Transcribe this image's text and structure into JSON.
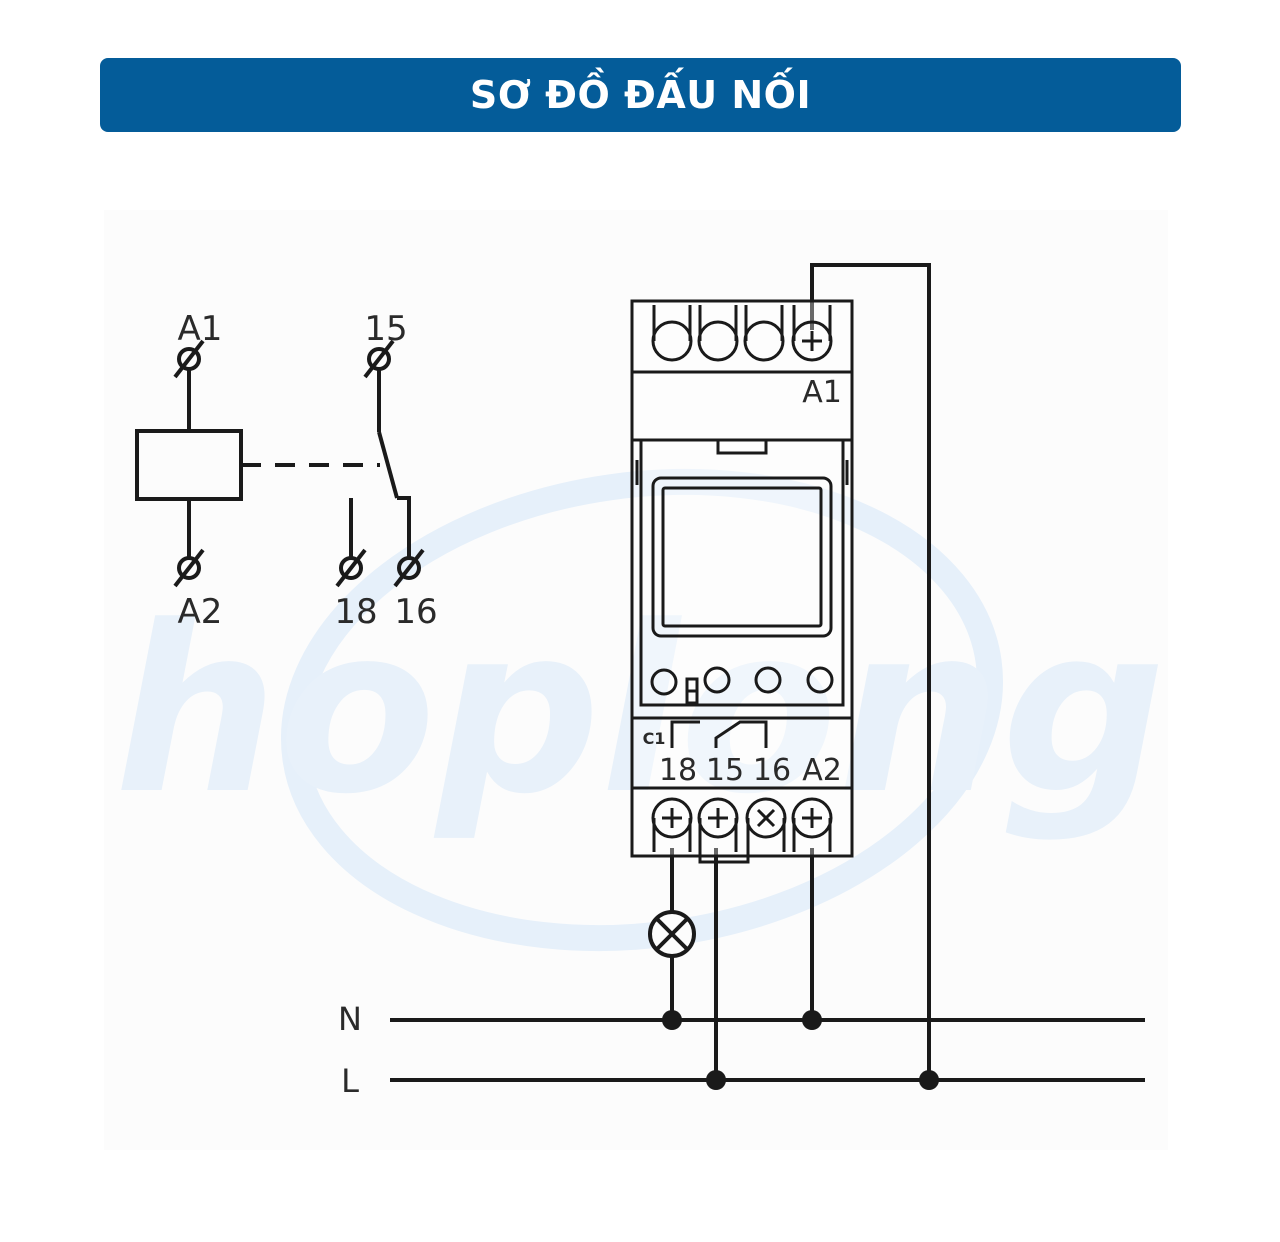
{
  "header": {
    "title": "SƠ ĐỒ ĐẤU NỐI"
  },
  "watermark": {
    "text": "hoplong"
  },
  "colors": {
    "banner": "#045c99",
    "line": "#1a1a1a",
    "watermark": "#e8f1fa"
  },
  "schematic": {
    "coil_top": "A1",
    "coil_bottom": "A2",
    "contact_common": "15",
    "contact_nc": "18",
    "contact_no": "16"
  },
  "device": {
    "top_terminal_label": "A1",
    "contact_label": "C1",
    "bottom_terminals": [
      "18",
      "15",
      "16",
      "A2"
    ]
  },
  "supply": {
    "neutral": "N",
    "line": "L"
  }
}
